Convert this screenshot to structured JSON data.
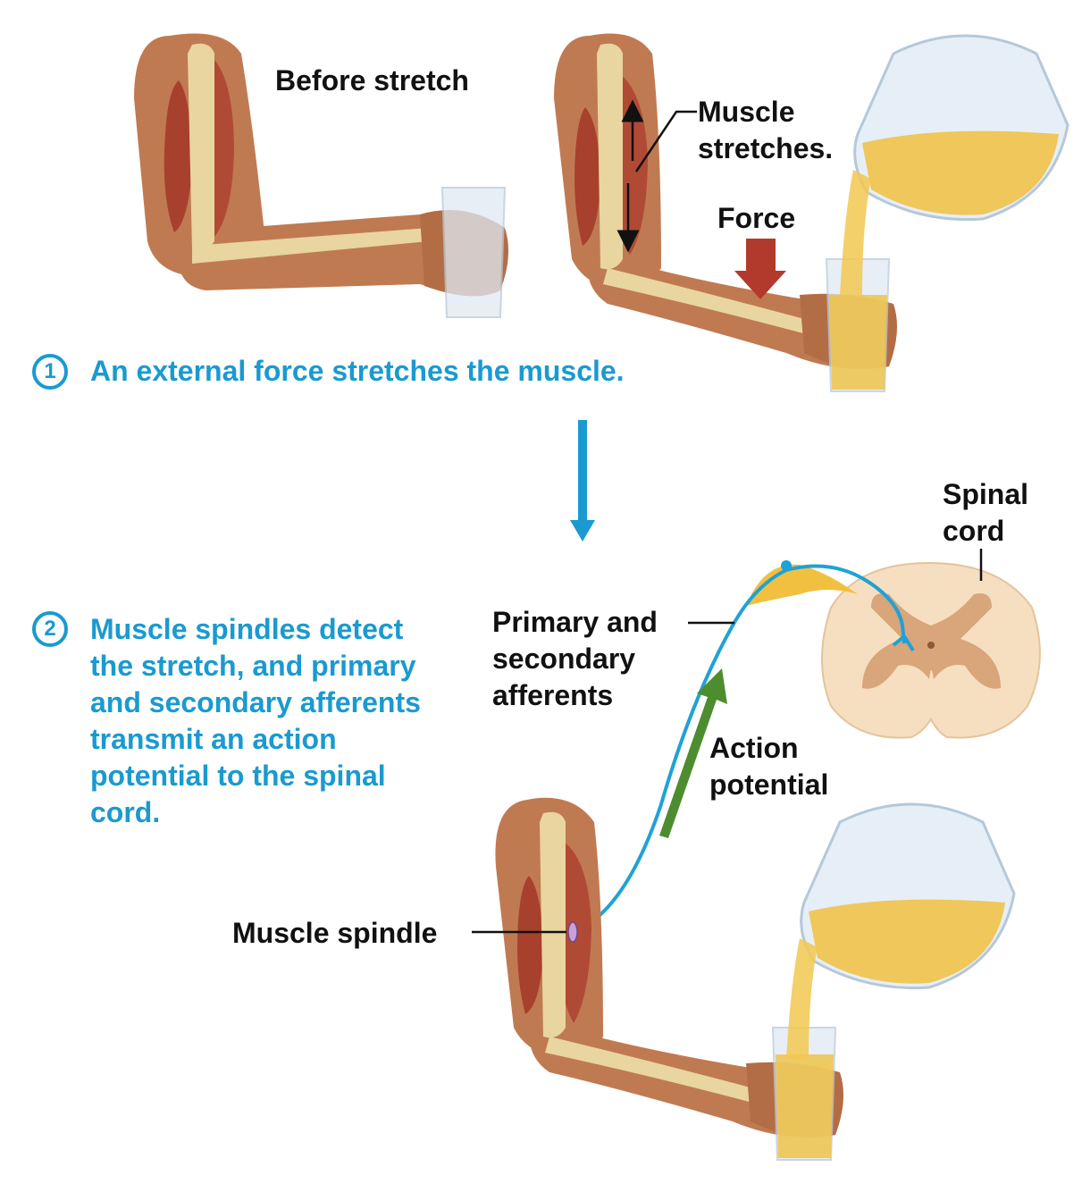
{
  "colors": {
    "step_blue": "#1a9ad0",
    "force_arrow": "#b23a2c",
    "action_potential_arrow": "#4e8d2f",
    "nerve": "#1fa2d6",
    "skin": "#c07a52",
    "muscle": "#b04a35",
    "bone": "#e8d5a0",
    "juice": "#f0c040",
    "spinal_cord_gray": "#d9a57a",
    "spinal_cord_white": "#f5dfc0"
  },
  "labels": {
    "before_stretch": "Before stretch",
    "muscle_stretches": "Muscle\nstretches.",
    "force": "Force",
    "spinal_cord": "Spinal\ncord",
    "primary_secondary_afferents": "Primary and\nsecondary\nafferents",
    "action_potential": "Action\npotential",
    "muscle_spindle": "Muscle spindle"
  },
  "steps": [
    {
      "number": "1",
      "text": "An external force stretches the muscle."
    },
    {
      "number": "2",
      "text": "Muscle spindles detect\nthe stretch, and primary\nand secondary afferents\ntransmit an action\npotential to the spinal\ncord."
    }
  ],
  "icons": {
    "step_arrow": "down-arrow-icon",
    "force_arrow": "force-arrow-icon",
    "action_potential_arrow": "up-arrow-icon"
  }
}
